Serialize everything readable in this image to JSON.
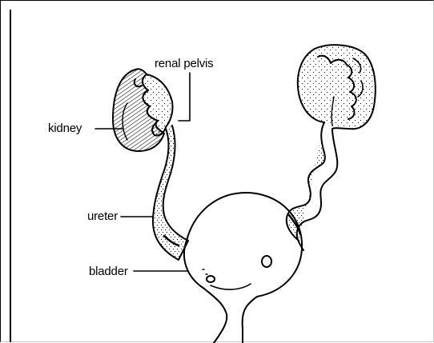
{
  "diagram": {
    "labels": {
      "renal_pelvis": "renal pelvis",
      "kidney": "kidney",
      "ureter": "ureter",
      "bladder": "bladder"
    },
    "colors": {
      "ink": "#000000",
      "background": "#ffffff"
    }
  }
}
